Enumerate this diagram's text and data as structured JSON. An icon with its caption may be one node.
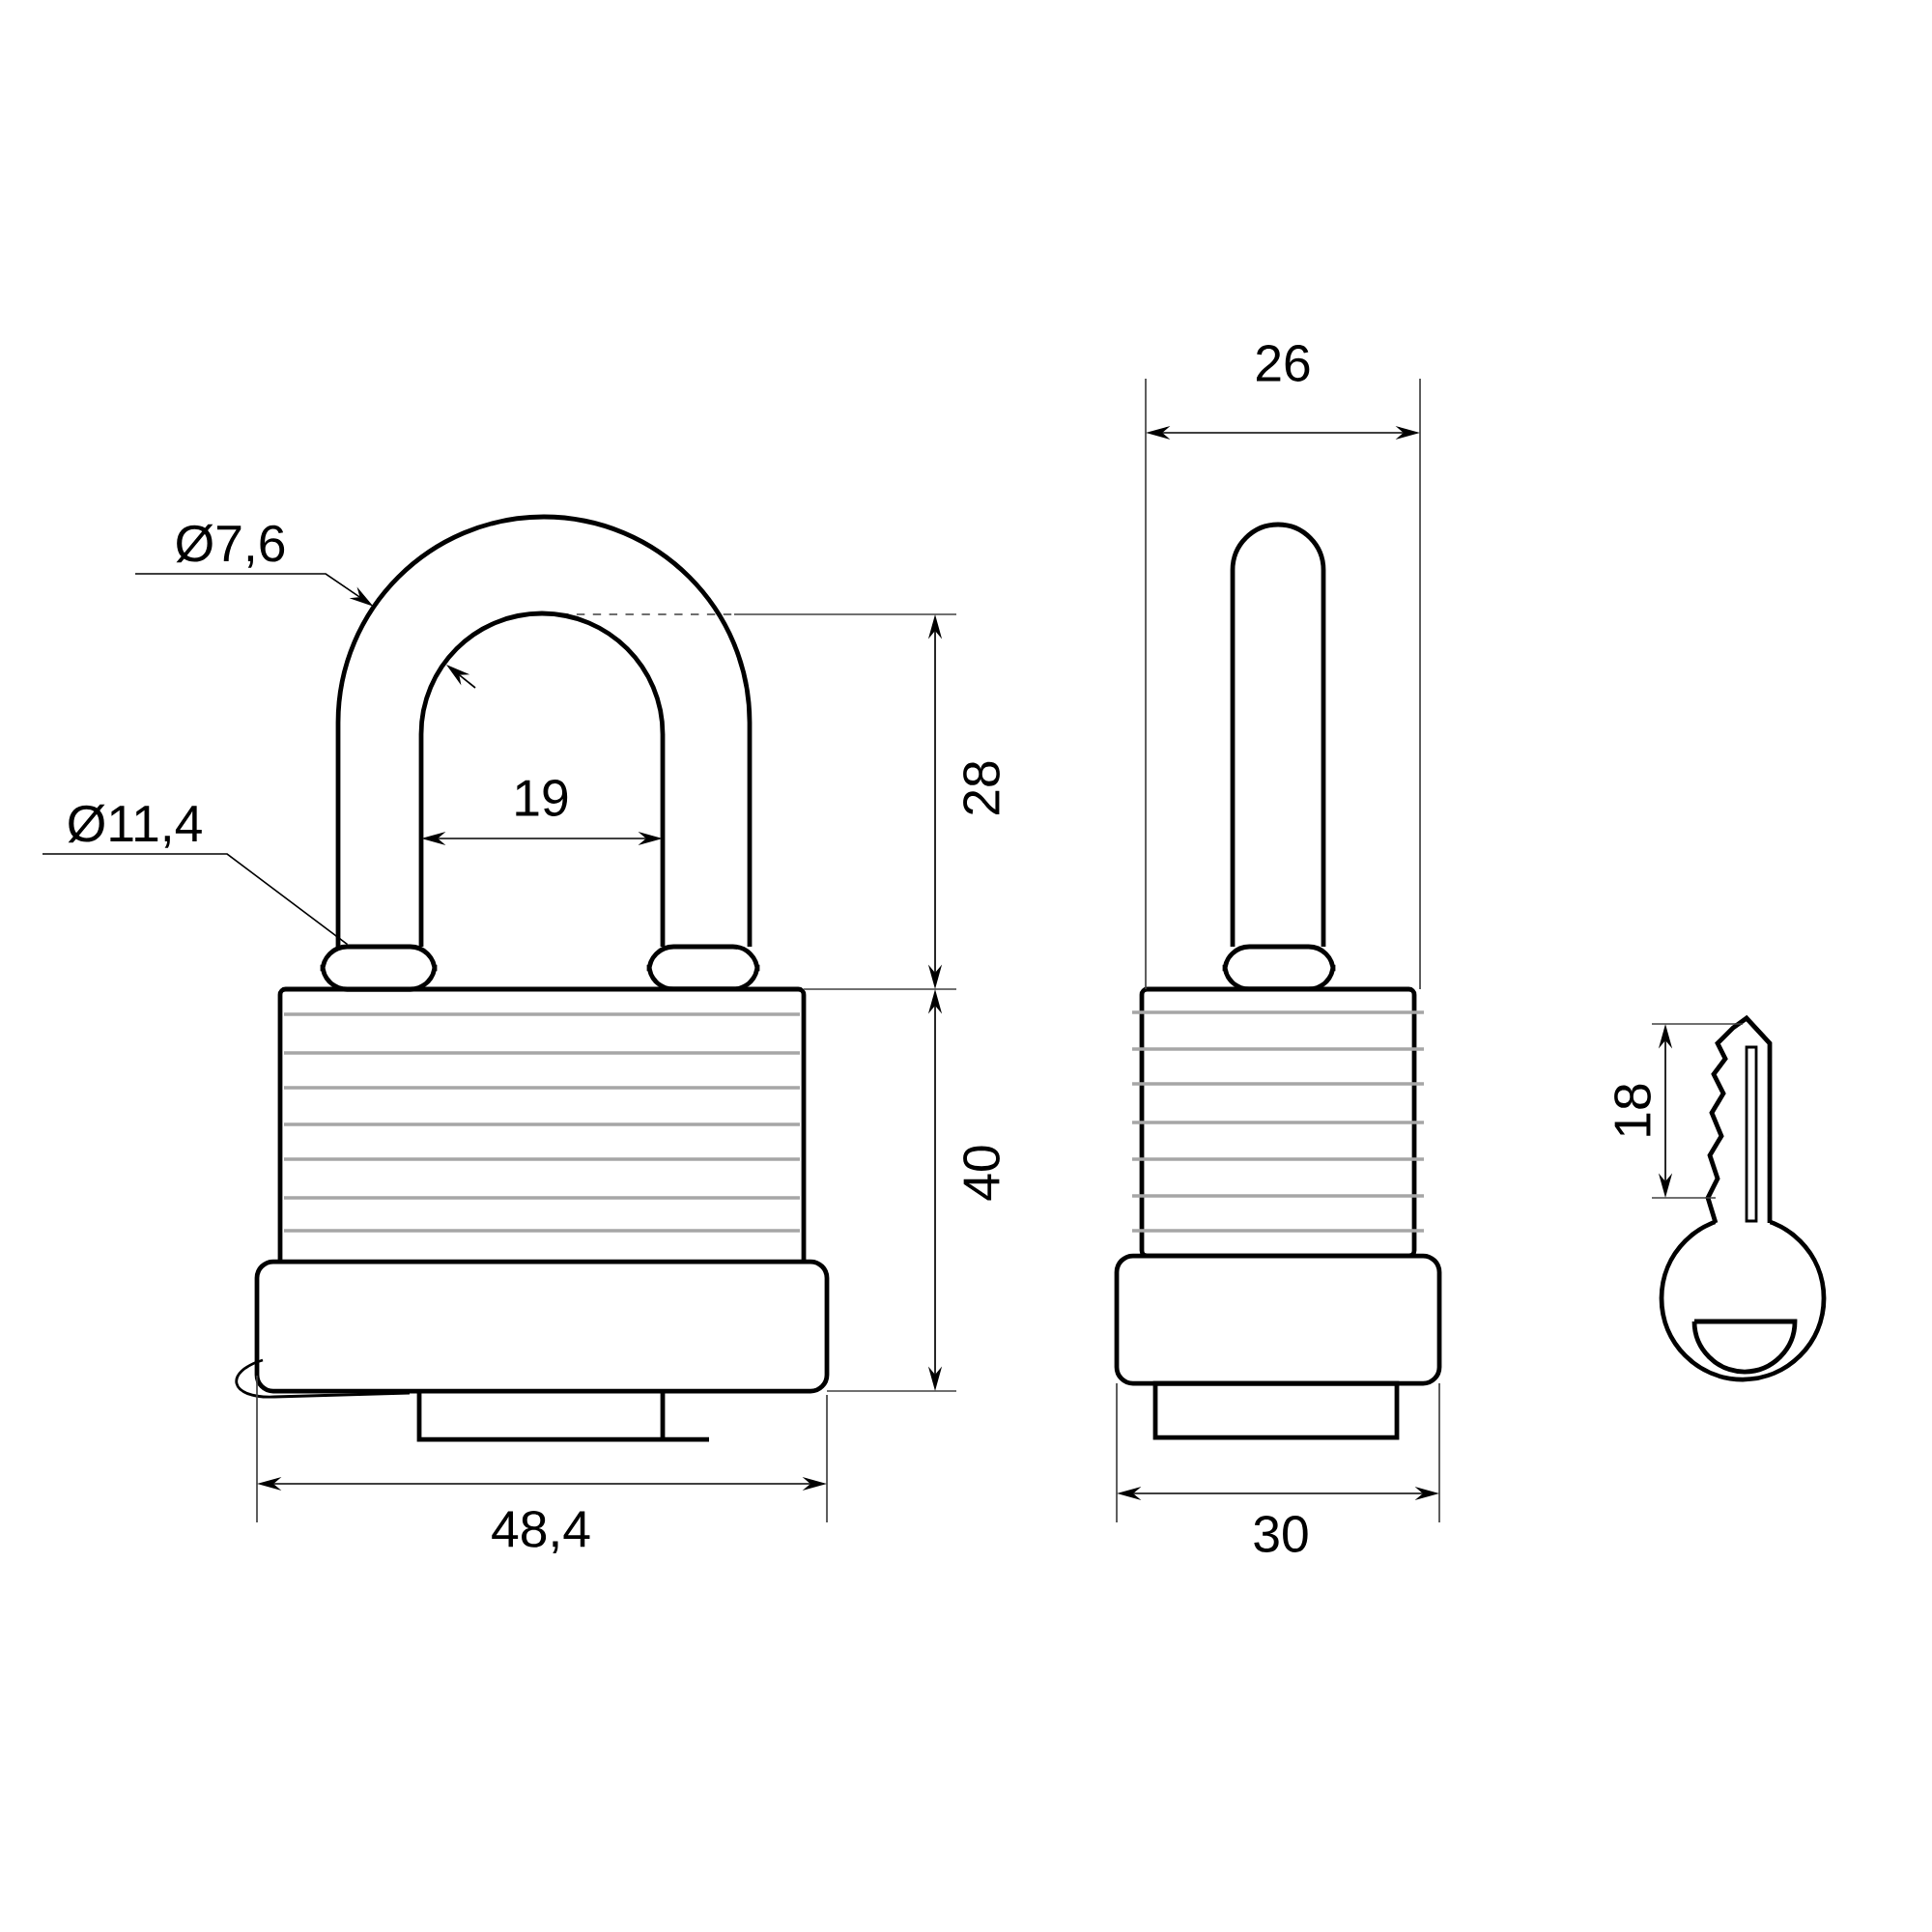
{
  "diagram": {
    "nodes": [
      {
        "text": [
          "Ø7,6"
        ]
      },
      {
        "text": [
          "Ø11,4"
        ]
      },
      {
        "text": [],
        "shape": "picture"
      },
      {
        "text": [],
        "shape": "box"
      }
    ],
    "edges": [
      {
        "from": 0,
        "to": 2,
        "arrow": "to"
      },
      {
        "from": 1,
        "to": 3,
        "arrow": "none"
      }
    ],
    "labels": [
      "26",
      "28",
      "19",
      "18",
      "40",
      "48,4",
      "30"
    ]
  }
}
